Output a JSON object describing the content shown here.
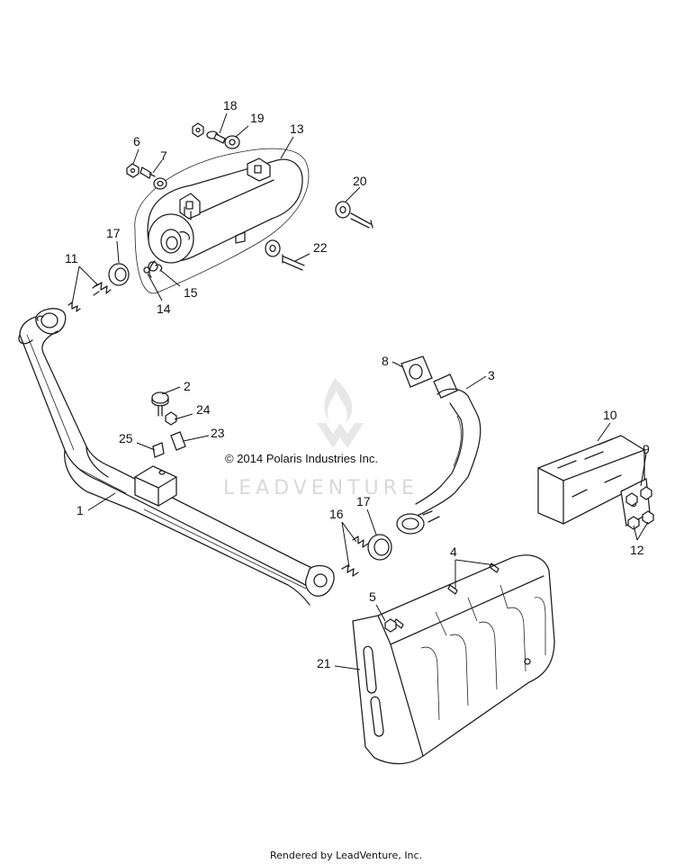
{
  "copyright": "© 2014 Polaris Industries Inc.",
  "watermark": "LEADVENTURE",
  "footer": "Rendered by LeadVenture, Inc.",
  "callouts": [
    {
      "id": "c1",
      "label": "1"
    },
    {
      "id": "c2",
      "label": "2"
    },
    {
      "id": "c3",
      "label": "3"
    },
    {
      "id": "c4",
      "label": "4"
    },
    {
      "id": "c5",
      "label": "5"
    },
    {
      "id": "c6",
      "label": "6"
    },
    {
      "id": "c7",
      "label": "7"
    },
    {
      "id": "c8",
      "label": "8"
    },
    {
      "id": "c9",
      "label": "9"
    },
    {
      "id": "c10",
      "label": "10"
    },
    {
      "id": "c11",
      "label": "11"
    },
    {
      "id": "c12",
      "label": "12"
    },
    {
      "id": "c13",
      "label": "13"
    },
    {
      "id": "c14",
      "label": "14"
    },
    {
      "id": "c15",
      "label": "15"
    },
    {
      "id": "c16",
      "label": "16"
    },
    {
      "id": "c17a",
      "label": "17"
    },
    {
      "id": "c17b",
      "label": "17"
    },
    {
      "id": "c18",
      "label": "18"
    },
    {
      "id": "c19",
      "label": "19"
    },
    {
      "id": "c20",
      "label": "20"
    },
    {
      "id": "c21",
      "label": "21"
    },
    {
      "id": "c22",
      "label": "22"
    },
    {
      "id": "c23",
      "label": "23"
    },
    {
      "id": "c24",
      "label": "24"
    },
    {
      "id": "c25",
      "label": "25"
    }
  ]
}
